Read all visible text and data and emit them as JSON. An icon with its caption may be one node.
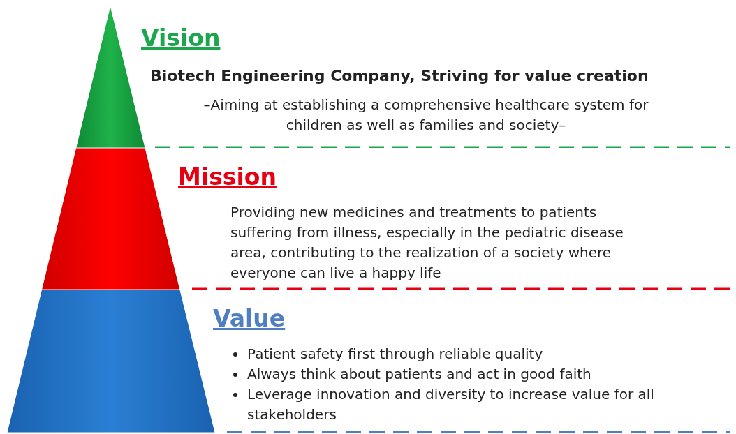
{
  "diagram": {
    "nodes": [
      {
        "text": [
          "Vision",
          "Biotech Engineering Company, Striving for value creation",
          "–Aiming at establishing a comprehensive healthcare system for children as well as families and society–"
        ]
      },
      {
        "text": [
          "Mission",
          "Providing new medicines and treatments to patients suffering from illness, especially in the pediatric disease area, contributing to the realization of a society where everyone can live a happy life"
        ]
      },
      {
        "text": [
          "Value",
          "Patient safety first through reliable quality",
          "Always think about patients and act in good faith",
          "Leverage innovation and diversity to increase value for all stakeholders"
        ]
      }
    ]
  }
}
